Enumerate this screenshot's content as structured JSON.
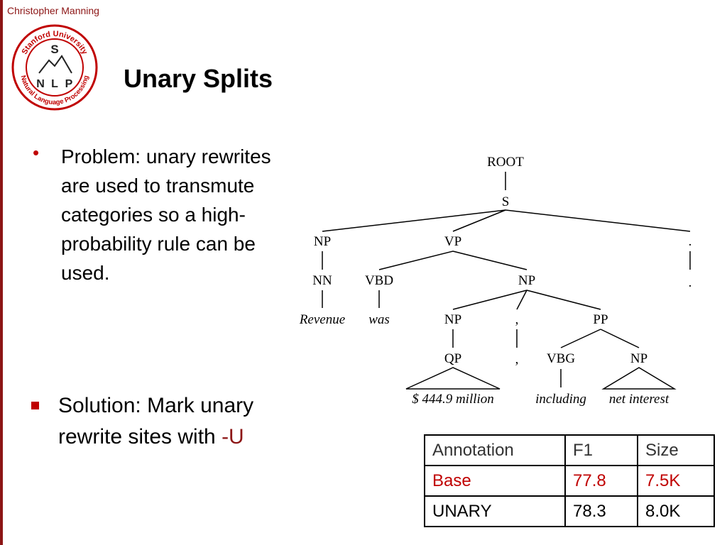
{
  "header": {
    "author": "Christopher Manning"
  },
  "logo": {
    "top_text": "Stanford University",
    "bottom_text": "Natural Language Processing",
    "letters": [
      "S",
      "N",
      "L",
      "P"
    ],
    "color": "#c00000"
  },
  "slide": {
    "title": "Unary Splits",
    "bullet1": "Problem: unary rewrites are used to transmute categories so a high-probability rule can be used.",
    "bullet2_text": "Solution: Mark unary rewrite sites with ",
    "bullet2_highlight": "-U"
  },
  "tree": {
    "root": "ROOT",
    "s": "S",
    "np": "NP",
    "vp": "VP",
    "period_pos": ".",
    "period_word": ".",
    "nn": "NN",
    "vbd": "VBD",
    "np2": "NP",
    "revenue": "Revenue",
    "was": "was",
    "np3": "NP",
    "comma_pos": ",",
    "pp": "PP",
    "comma_word": ",",
    "qp": "QP",
    "vbg": "VBG",
    "np4": "NP",
    "million": "$ 444.9 million",
    "including": "including",
    "net_interest": "net interest"
  },
  "table": {
    "headers": [
      "Annotation",
      "F1",
      "Size"
    ],
    "rows": [
      [
        "Base",
        "77.8",
        "7.5K"
      ],
      [
        "UNARY",
        "78.3",
        "8.0K"
      ]
    ]
  },
  "colors": {
    "accent": "#8c1515",
    "bullet": "#c00000"
  }
}
